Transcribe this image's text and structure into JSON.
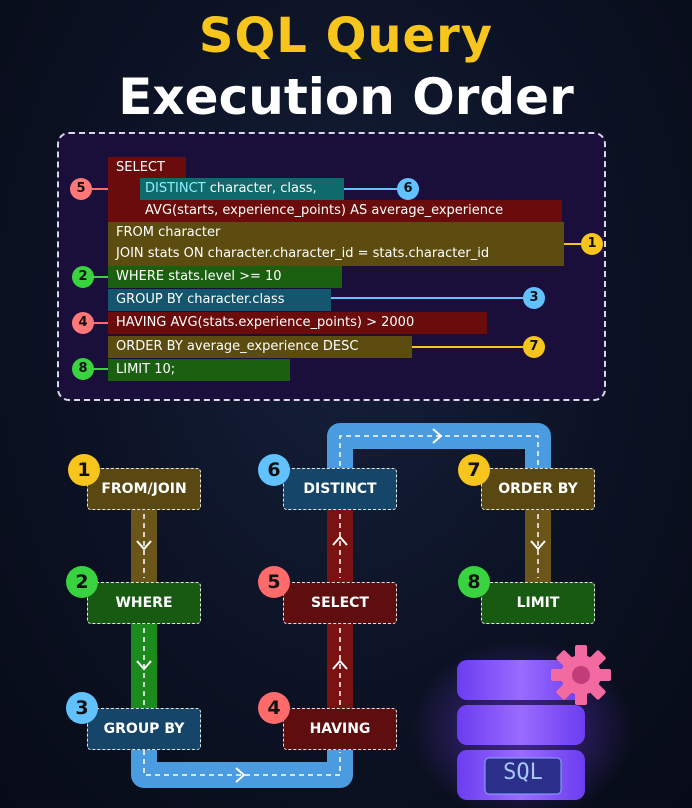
{
  "title": {
    "line1": "SQL  Query",
    "line2": "Execution Order"
  },
  "code": {
    "select": "SELECT",
    "distinct_kw": "DISTINCT",
    "distinct_rest": " character, class,",
    "avg_line": "AVG(starts, experience_points) AS average_experience",
    "from_line": "FROM character",
    "join_line": "JOIN stats ON character.character_id = stats.character_id",
    "where_line": "WHERE stats.level >= 10",
    "groupby_line": "GROUP BY character.class",
    "having_line": "HAVING AVG(stats.experience_points) > 2000",
    "orderby_line": "ORDER BY average_experience DESC",
    "limit_line": "LIMIT 10;"
  },
  "code_markers": {
    "select": "5",
    "distinct": "6",
    "from": "1",
    "where": "2",
    "groupby": "3",
    "having": "4",
    "orderby": "7",
    "limit": "8"
  },
  "flow": {
    "from_join": {
      "num": "1",
      "label": "FROM/JOIN"
    },
    "where": {
      "num": "2",
      "label": "WHERE"
    },
    "group_by": {
      "num": "3",
      "label": "GROUP BY"
    },
    "having": {
      "num": "4",
      "label": "HAVING"
    },
    "select": {
      "num": "5",
      "label": "SELECT"
    },
    "distinct": {
      "num": "6",
      "label": "DISTINCT"
    },
    "order_by": {
      "num": "7",
      "label": "ORDER BY"
    },
    "limit": {
      "num": "8",
      "label": "LIMIT"
    }
  },
  "database_icon": {
    "icon": "database-icon",
    "label": "SQL",
    "gear": "gear-icon"
  },
  "colors": {
    "yellow": "#f7c51b",
    "green": "#39d33f",
    "blue": "#62c2ff",
    "red": "#ff6b6b",
    "olive": "#5c4c10",
    "darkgreen": "#1a5a10",
    "teal": "#14566e",
    "maroon": "#6a0c0c"
  }
}
